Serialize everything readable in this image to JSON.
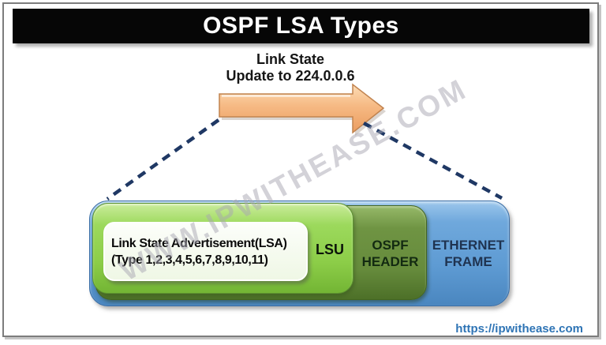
{
  "title": "OSPF LSA Types",
  "annotation": {
    "line1": "Link State",
    "line2": "Update to 224.0.0.6"
  },
  "watermark": "WWW.IPWITHEASE.COM",
  "footer_link": "https://ipwithease.com",
  "boxes": {
    "lsa": {
      "line1": "Link State Advertisement(LSA)",
      "line2": "(Type 1,2,3,4,5,6,7,8,9,10,11)"
    },
    "lsu": {
      "label": "LSU"
    },
    "ospf": {
      "line1": "OSPF",
      "line2": "HEADER"
    },
    "ethernet": {
      "line1": "ETHERNET",
      "line2": "FRAME"
    }
  },
  "colors": {
    "ethernet_blue": "#5E9BD3",
    "ospf_dark_green": "#668B3C",
    "lsu_light_green": "#8CCD48",
    "lsa_pale_green": "#F2F9EB",
    "arrow_orange": "#F6B983",
    "dashed_line_navy": "#1F3864",
    "link_blue": "#2E74B5",
    "title_bar_black": "#060606"
  }
}
